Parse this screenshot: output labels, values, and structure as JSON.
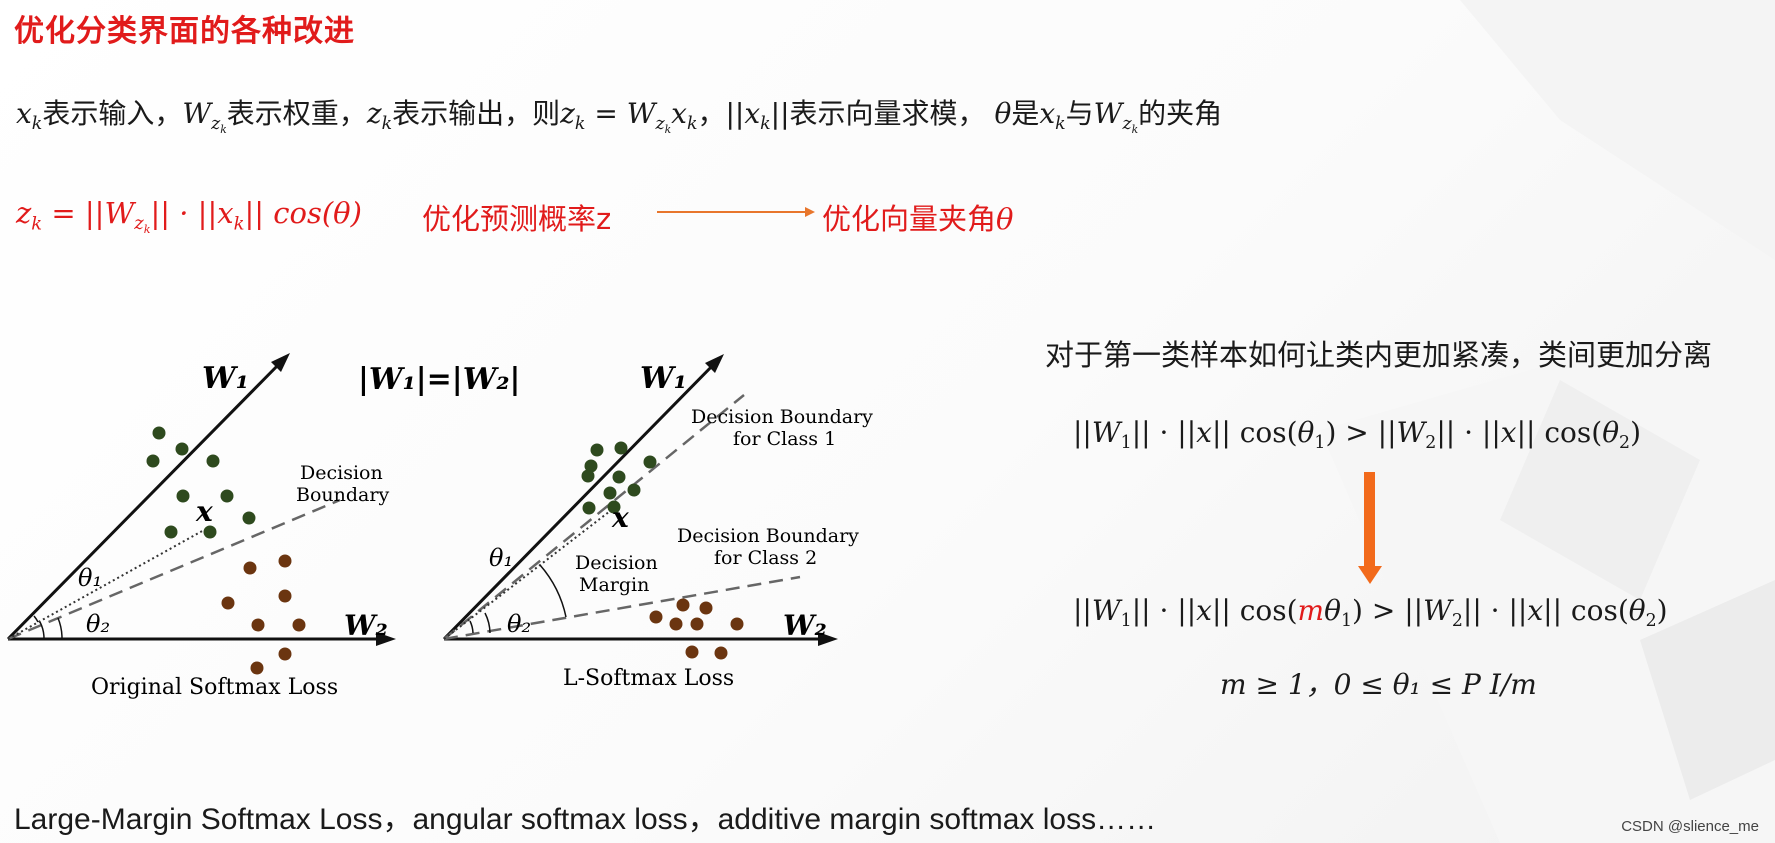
{
  "slide": {
    "title": "优化分类界面的各种改进",
    "def": {
      "t1": "表示输入，",
      "t2": "表示权重，",
      "t3": "表示输出，则",
      "t4": "，||",
      "t5": "||表示向量求模，",
      "t6": "是",
      "t7": "与",
      "t8": "的夹角"
    },
    "formula": {
      "label": "优化预测概率z",
      "target": "优化向量夹角"
    },
    "right": {
      "title": "对于第一类样本如何让类内更加紧凑，类间更加分离",
      "cond": "m ≥ 1，0 ≤ θ₁ ≤ P I/m"
    },
    "figure": {
      "left_caption": "Original Softmax Loss",
      "right_caption": "L-Softmax Loss",
      "equal_label": "|W₁|=|W₂|",
      "decision_boundary": [
        "Decision",
        "Boundary"
      ],
      "db_class1": [
        "Decision Boundary",
        "for Class 1"
      ],
      "db_class2": [
        "Decision Boundary",
        "for Class 2"
      ],
      "decision_margin": [
        "Decision",
        "Margin"
      ],
      "w1": "W₁",
      "w2": "W₂",
      "theta1": "θ₁",
      "theta2": "θ₂",
      "x": "x"
    },
    "bottom": "Large-Margin Softmax Loss，angular softmax loss，additive margin softmax loss……",
    "watermark": "CSDN @slience_me"
  }
}
